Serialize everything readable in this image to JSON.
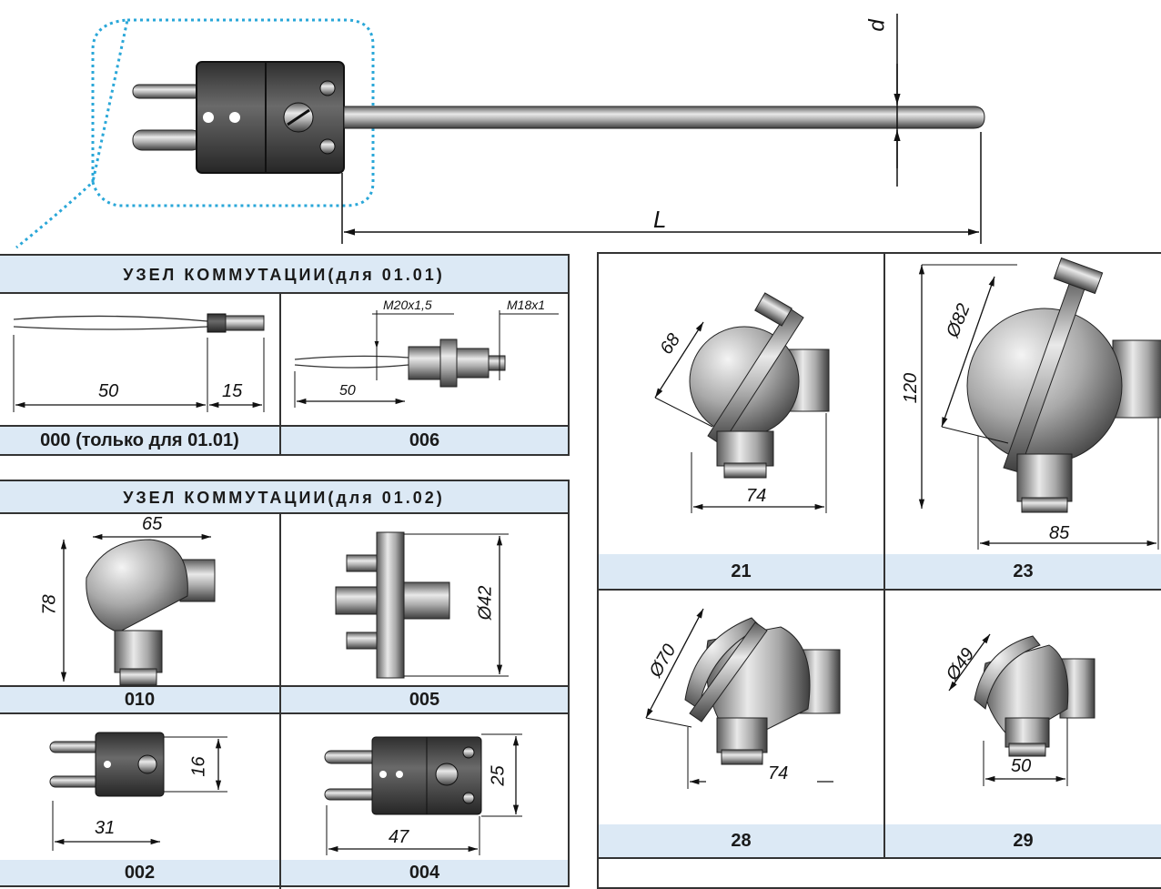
{
  "top": {
    "dim_d": "d",
    "dim_L": "L"
  },
  "panel_01_01": {
    "header": "УЗЕЛ КОММУТАЦИИ(для 01.01)",
    "cells": [
      {
        "caption": "000 (только для 01.01)",
        "dims": [
          "50",
          "15"
        ]
      },
      {
        "caption": "006",
        "dims": [
          "M20x1,5",
          "M18x1",
          "50"
        ]
      }
    ]
  },
  "panel_01_02": {
    "header": "УЗЕЛ КОММУТАЦИИ(для 01.02)",
    "cells": [
      {
        "caption": "010",
        "dims": [
          "65",
          "78"
        ]
      },
      {
        "caption": "005",
        "dims": [
          "Ø42"
        ]
      },
      {
        "caption": "002",
        "dims": [
          "16",
          "31"
        ]
      },
      {
        "caption": "004",
        "dims": [
          "25",
          "47"
        ]
      }
    ]
  },
  "panel_heads": {
    "cells": [
      {
        "caption": "21",
        "dims": [
          "68",
          "74"
        ]
      },
      {
        "caption": "23",
        "dims": [
          "Ø82",
          "120",
          "85"
        ]
      },
      {
        "caption": "28",
        "dims": [
          "Ø70",
          "74"
        ]
      },
      {
        "caption": "29",
        "dims": [
          "Ø49",
          "50"
        ]
      }
    ]
  },
  "colors": {
    "caption_bg": "#dce9f5",
    "callout": "#2aa7d8",
    "metal": "#9a9a9a",
    "connector": "#4a4a4a"
  }
}
